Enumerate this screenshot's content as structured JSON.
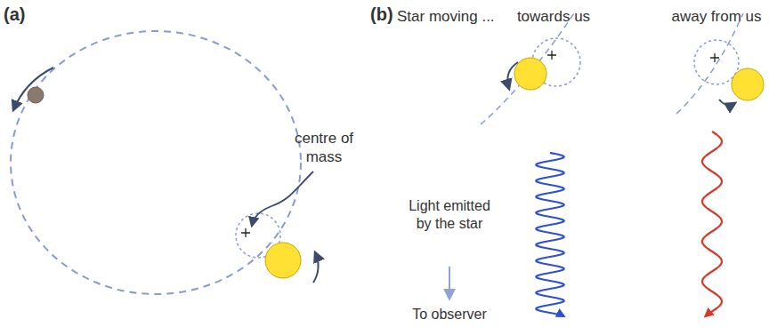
{
  "diagram": {
    "labels": [
      "(a)",
      "centre of mass",
      "(b)",
      "Star moving ...",
      "towards us",
      "away from us",
      "Light emitted by the star",
      "To observer"
    ]
  }
}
